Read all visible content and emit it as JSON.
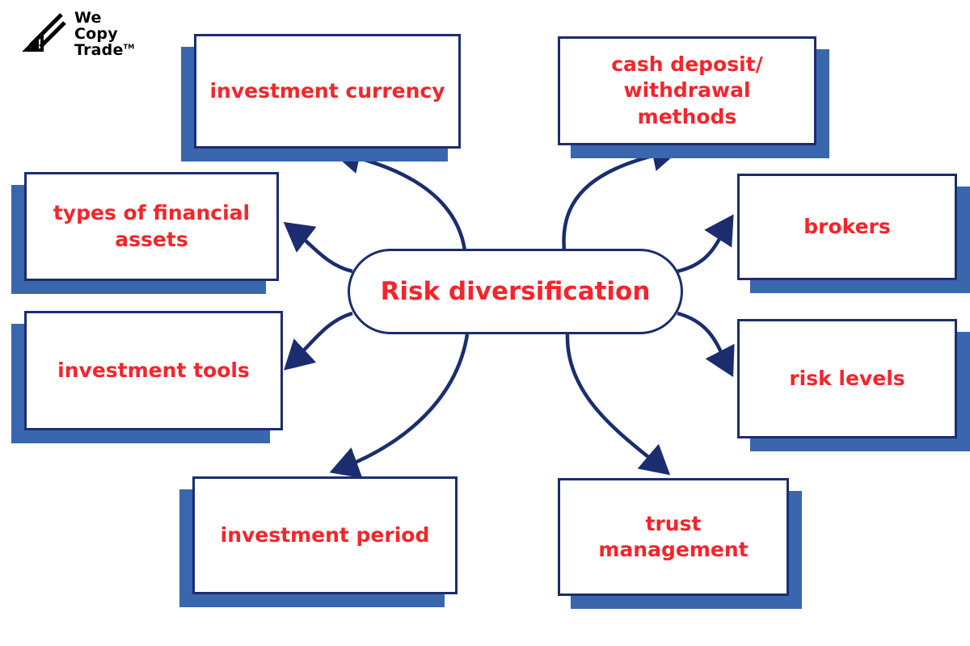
{
  "logo": {
    "line1": "We",
    "line2": "Copy",
    "line3": "Trade",
    "tm": "TM"
  },
  "center": {
    "label": "Risk diversification"
  },
  "nodes": [
    {
      "id": "investment-currency",
      "label": "investment currency"
    },
    {
      "id": "cash-deposit-withdrawal-methods",
      "label": "cash deposit/\nwithdrawal\nmethods"
    },
    {
      "id": "types-of-financial-assets",
      "label": "types of financial\nassets"
    },
    {
      "id": "brokers",
      "label": "brokers"
    },
    {
      "id": "investment-tools",
      "label": "investment tools"
    },
    {
      "id": "risk-levels",
      "label": "risk levels"
    },
    {
      "id": "investment-period",
      "label": "investment period"
    },
    {
      "id": "trust-management",
      "label": "trust management"
    }
  ],
  "colors": {
    "node_border": "#1b2d6e",
    "node_shadow": "#3a66ad",
    "label_text": "#f4252b",
    "arrow": "#1b2d6e",
    "background": "#ffffff"
  }
}
